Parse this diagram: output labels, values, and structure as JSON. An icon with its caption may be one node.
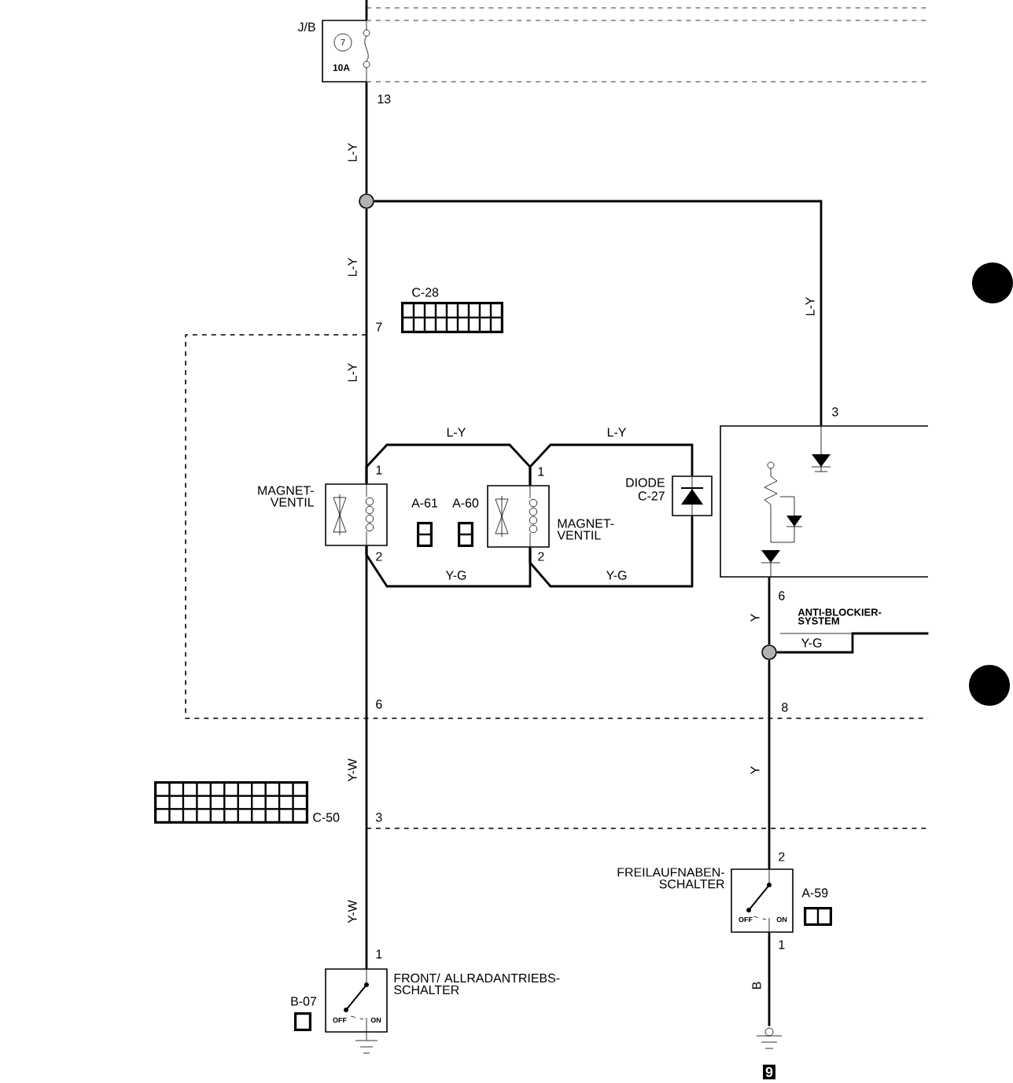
{
  "diagram": {
    "nodes": [
      {
        "text": [
          "J/B",
          "7",
          "10A"
        ]
      },
      {
        "text": [],
        "shape": "circle"
      },
      {
        "text": [
          "MAGNET- VENTIL"
        ],
        "beside": [
          "A-61"
        ]
      },
      {
        "text": [
          "MAGNET- VENTIL"
        ],
        "beside": [
          "A-60"
        ]
      },
      {
        "text": [
          "DIODE C-27"
        ]
      },
      {
        "text": [
          "ANTI-BLOCKIER- SYSTEM"
        ]
      },
      {
        "text": [],
        "shape": "circle"
      },
      {
        "text": [
          "FREILAUFNABEN- SCHALTER"
        ],
        "beside": [
          "A-59"
        ]
      },
      {
        "text": [
          "FRONT/ ALLRADANTRIEBS- SCHALTER"
        ],
        "beside": [
          "B-07"
        ]
      },
      {
        "text": [],
        "shape": "ground"
      }
    ],
    "edges": [
      {
        "from": null,
        "to": 0,
        "arrow": "none"
      },
      {
        "from": 0,
        "to": 1,
        "arrow": "none",
        "label": "L-Y"
      },
      {
        "from": 1,
        "to": 2,
        "arrow": "none",
        "label": "L-Y"
      },
      {
        "from": 1,
        "to": 5,
        "arrow": "none",
        "label": "L-Y"
      },
      {
        "from": 2,
        "to": 3,
        "arrow": "none",
        "label": "L-Y"
      },
      {
        "from": 3,
        "to": 4,
        "arrow": "none",
        "label": "L-Y"
      },
      {
        "from": 2,
        "to": 3,
        "arrow": "none",
        "label": "Y-G"
      },
      {
        "from": 3,
        "to": 4,
        "arrow": "none",
        "label": "Y-G"
      },
      {
        "from": 2,
        "to": 8,
        "arrow": "none",
        "label": "Y-W"
      },
      {
        "from": 5,
        "to": 6,
        "arrow": "none",
        "label": "Y"
      },
      {
        "from": 6,
        "to": 5,
        "arrow": "none",
        "label": "Y-G"
      },
      {
        "from": 6,
        "to": 7,
        "arrow": "none",
        "label": "Y"
      },
      {
        "from": 7,
        "to": 9,
        "arrow": "none",
        "label": "B"
      }
    ],
    "labels": [
      "13",
      "C-28",
      "7",
      "L-Y",
      "1",
      "2",
      "1",
      "2",
      "3",
      "6",
      "6",
      "8",
      "Y-W",
      "C-50",
      "3",
      "2",
      "OFF",
      "ON",
      "1",
      "1",
      "OFF",
      "ON",
      "9"
    ]
  }
}
